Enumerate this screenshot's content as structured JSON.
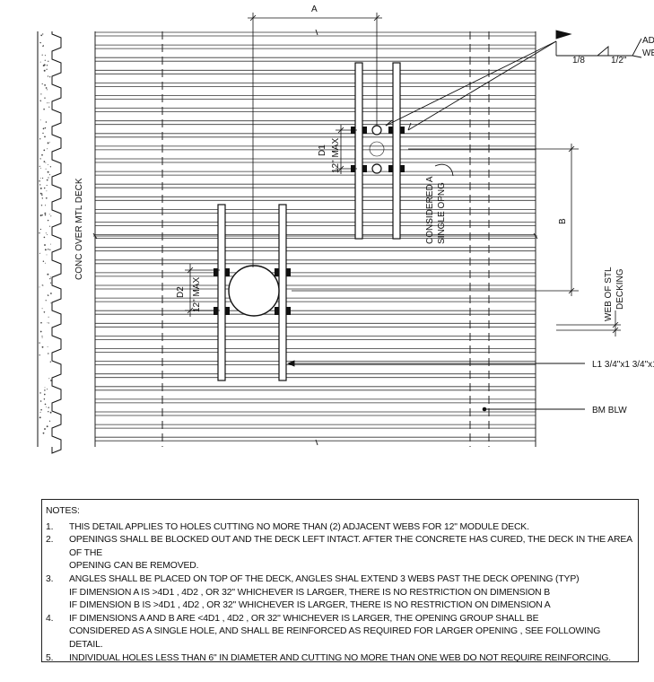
{
  "drawing": {
    "labels": {
      "dim_a": "A",
      "dim_b": "B",
      "d1": "D1",
      "d2": "D2",
      "max1": "12\" MAX",
      "max2": "12\" MAX",
      "weld_fraction": "1/8",
      "weld_size": "1/2\"",
      "weld_text_1": "AD",
      "weld_text_2": "WE",
      "considered_1": "CONSIDERED A",
      "considered_2": "SINGLE OPNG",
      "web_1": "WEB OF STL",
      "web_2": "DECKING",
      "angle": "L1 3/4\"x1 3/4\"x1",
      "beam": "BM BLW",
      "deck": "CONC OVER MTL DECK"
    }
  },
  "notes": {
    "heading": "NOTES:",
    "items": [
      {
        "num": "1.",
        "text": "THIS DETAIL APPLIES TO HOLES CUTTING NO MORE THAN (2) ADJACENT WEBS FOR 12\" MODULE DECK."
      },
      {
        "num": "2.",
        "text": "OPENINGS SHALL BE BLOCKED OUT AND THE DECK LEFT INTACT. AFTER THE CONCRETE HAS CURED, THE DECK IN THE AREA OF THE\nOPENING CAN BE REMOVED."
      },
      {
        "num": "3.",
        "text": "ANGLES SHALL BE PLACED ON TOP OF THE DECK, ANGLES SHAL EXTEND 3 WEBS PAST THE DECK OPENING (TYP)\nIF DIMENSION A IS >4D1 , 4D2 , OR 32\" WHICHEVER IS LARGER, THERE IS NO RESTRICTION ON DIMENSION B\nIF DIMENSION B IS >4D1 , 4D2 , OR 32\"  WHICHEVER IS LARGER, THERE IS NO RESTRICTION ON DIMENSION A"
      },
      {
        "num": "4.",
        "text": "IF DIMENSIONS A AND B ARE <4D1 , 4D2 , OR 32\" WHICHEVER IS LARGER, THE OPENING GROUP SHALL BE\nCONSIDERED AS A SINGLE HOLE, AND SHALL BE REINFORCED AS REQUIRED FOR LARGER OPENING , SEE FOLLOWING DETAIL."
      },
      {
        "num": "5.",
        "text": "INDIVIDUAL HOLES LESS THAN 6\" IN DIAMETER AND CUTTING NO MORE THAN ONE WEB DO NOT REQUIRE REINFORCING."
      }
    ]
  }
}
